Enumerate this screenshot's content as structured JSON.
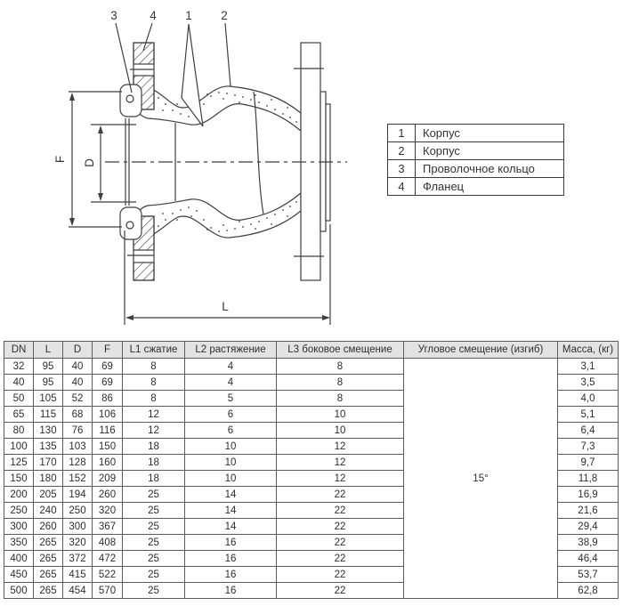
{
  "drawing": {
    "callout_1": "1",
    "callout_2": "2",
    "callout_3": "3",
    "callout_4": "4",
    "dim_f_label": "F",
    "dim_d_label": "D",
    "dim_l_label": "L"
  },
  "legend": {
    "items": [
      {
        "num": "1",
        "name": "Корпус"
      },
      {
        "num": "2",
        "name": "Корпус"
      },
      {
        "num": "3",
        "name": "Проволочное кольцо"
      },
      {
        "num": "4",
        "name": "Фланец"
      }
    ]
  },
  "spec_table": {
    "headers": [
      "DN",
      "L",
      "D",
      "F",
      "L1 сжатие",
      "L2 растяжение",
      "L3 боковое смещение",
      "Угловое смещение (изгиб)",
      "Масса, (кг)"
    ],
    "angular_displacement": "15°",
    "rows": [
      {
        "dn": "32",
        "l": "95",
        "d": "40",
        "f": "69",
        "l1": "8",
        "l2": "4",
        "l3": "8",
        "mass": "3,1"
      },
      {
        "dn": "40",
        "l": "95",
        "d": "40",
        "f": "69",
        "l1": "8",
        "l2": "4",
        "l3": "8",
        "mass": "3,5"
      },
      {
        "dn": "50",
        "l": "105",
        "d": "52",
        "f": "86",
        "l1": "8",
        "l2": "5",
        "l3": "8",
        "mass": "4,0"
      },
      {
        "dn": "65",
        "l": "115",
        "d": "68",
        "f": "106",
        "l1": "12",
        "l2": "6",
        "l3": "10",
        "mass": "5,1"
      },
      {
        "dn": "80",
        "l": "130",
        "d": "76",
        "f": "116",
        "l1": "12",
        "l2": "6",
        "l3": "10",
        "mass": "6,4"
      },
      {
        "dn": "100",
        "l": "135",
        "d": "103",
        "f": "150",
        "l1": "18",
        "l2": "10",
        "l3": "12",
        "mass": "7,3"
      },
      {
        "dn": "125",
        "l": "170",
        "d": "128",
        "f": "160",
        "l1": "18",
        "l2": "10",
        "l3": "12",
        "mass": "9,7"
      },
      {
        "dn": "150",
        "l": "180",
        "d": "152",
        "f": "209",
        "l1": "18",
        "l2": "10",
        "l3": "12",
        "mass": "11,8"
      },
      {
        "dn": "200",
        "l": "205",
        "d": "194",
        "f": "260",
        "l1": "25",
        "l2": "14",
        "l3": "22",
        "mass": "16,9"
      },
      {
        "dn": "250",
        "l": "240",
        "d": "250",
        "f": "320",
        "l1": "25",
        "l2": "14",
        "l3": "22",
        "mass": "21,6"
      },
      {
        "dn": "300",
        "l": "260",
        "d": "300",
        "f": "367",
        "l1": "25",
        "l2": "14",
        "l3": "22",
        "mass": "29,4"
      },
      {
        "dn": "350",
        "l": "265",
        "d": "320",
        "f": "408",
        "l1": "25",
        "l2": "16",
        "l3": "22",
        "mass": "38,9"
      },
      {
        "dn": "400",
        "l": "265",
        "d": "372",
        "f": "472",
        "l1": "25",
        "l2": "16",
        "l3": "22",
        "mass": "46,4"
      },
      {
        "dn": "450",
        "l": "265",
        "d": "415",
        "f": "522",
        "l1": "25",
        "l2": "16",
        "l3": "22",
        "mass": "53,7"
      },
      {
        "dn": "500",
        "l": "265",
        "d": "454",
        "f": "570",
        "l1": "25",
        "l2": "16",
        "l3": "22",
        "mass": "62,8"
      }
    ]
  },
  "colors": {
    "line": "#3f3f3f",
    "table_border": "#5c5c5c",
    "header_bg": "#e3e3e3"
  }
}
